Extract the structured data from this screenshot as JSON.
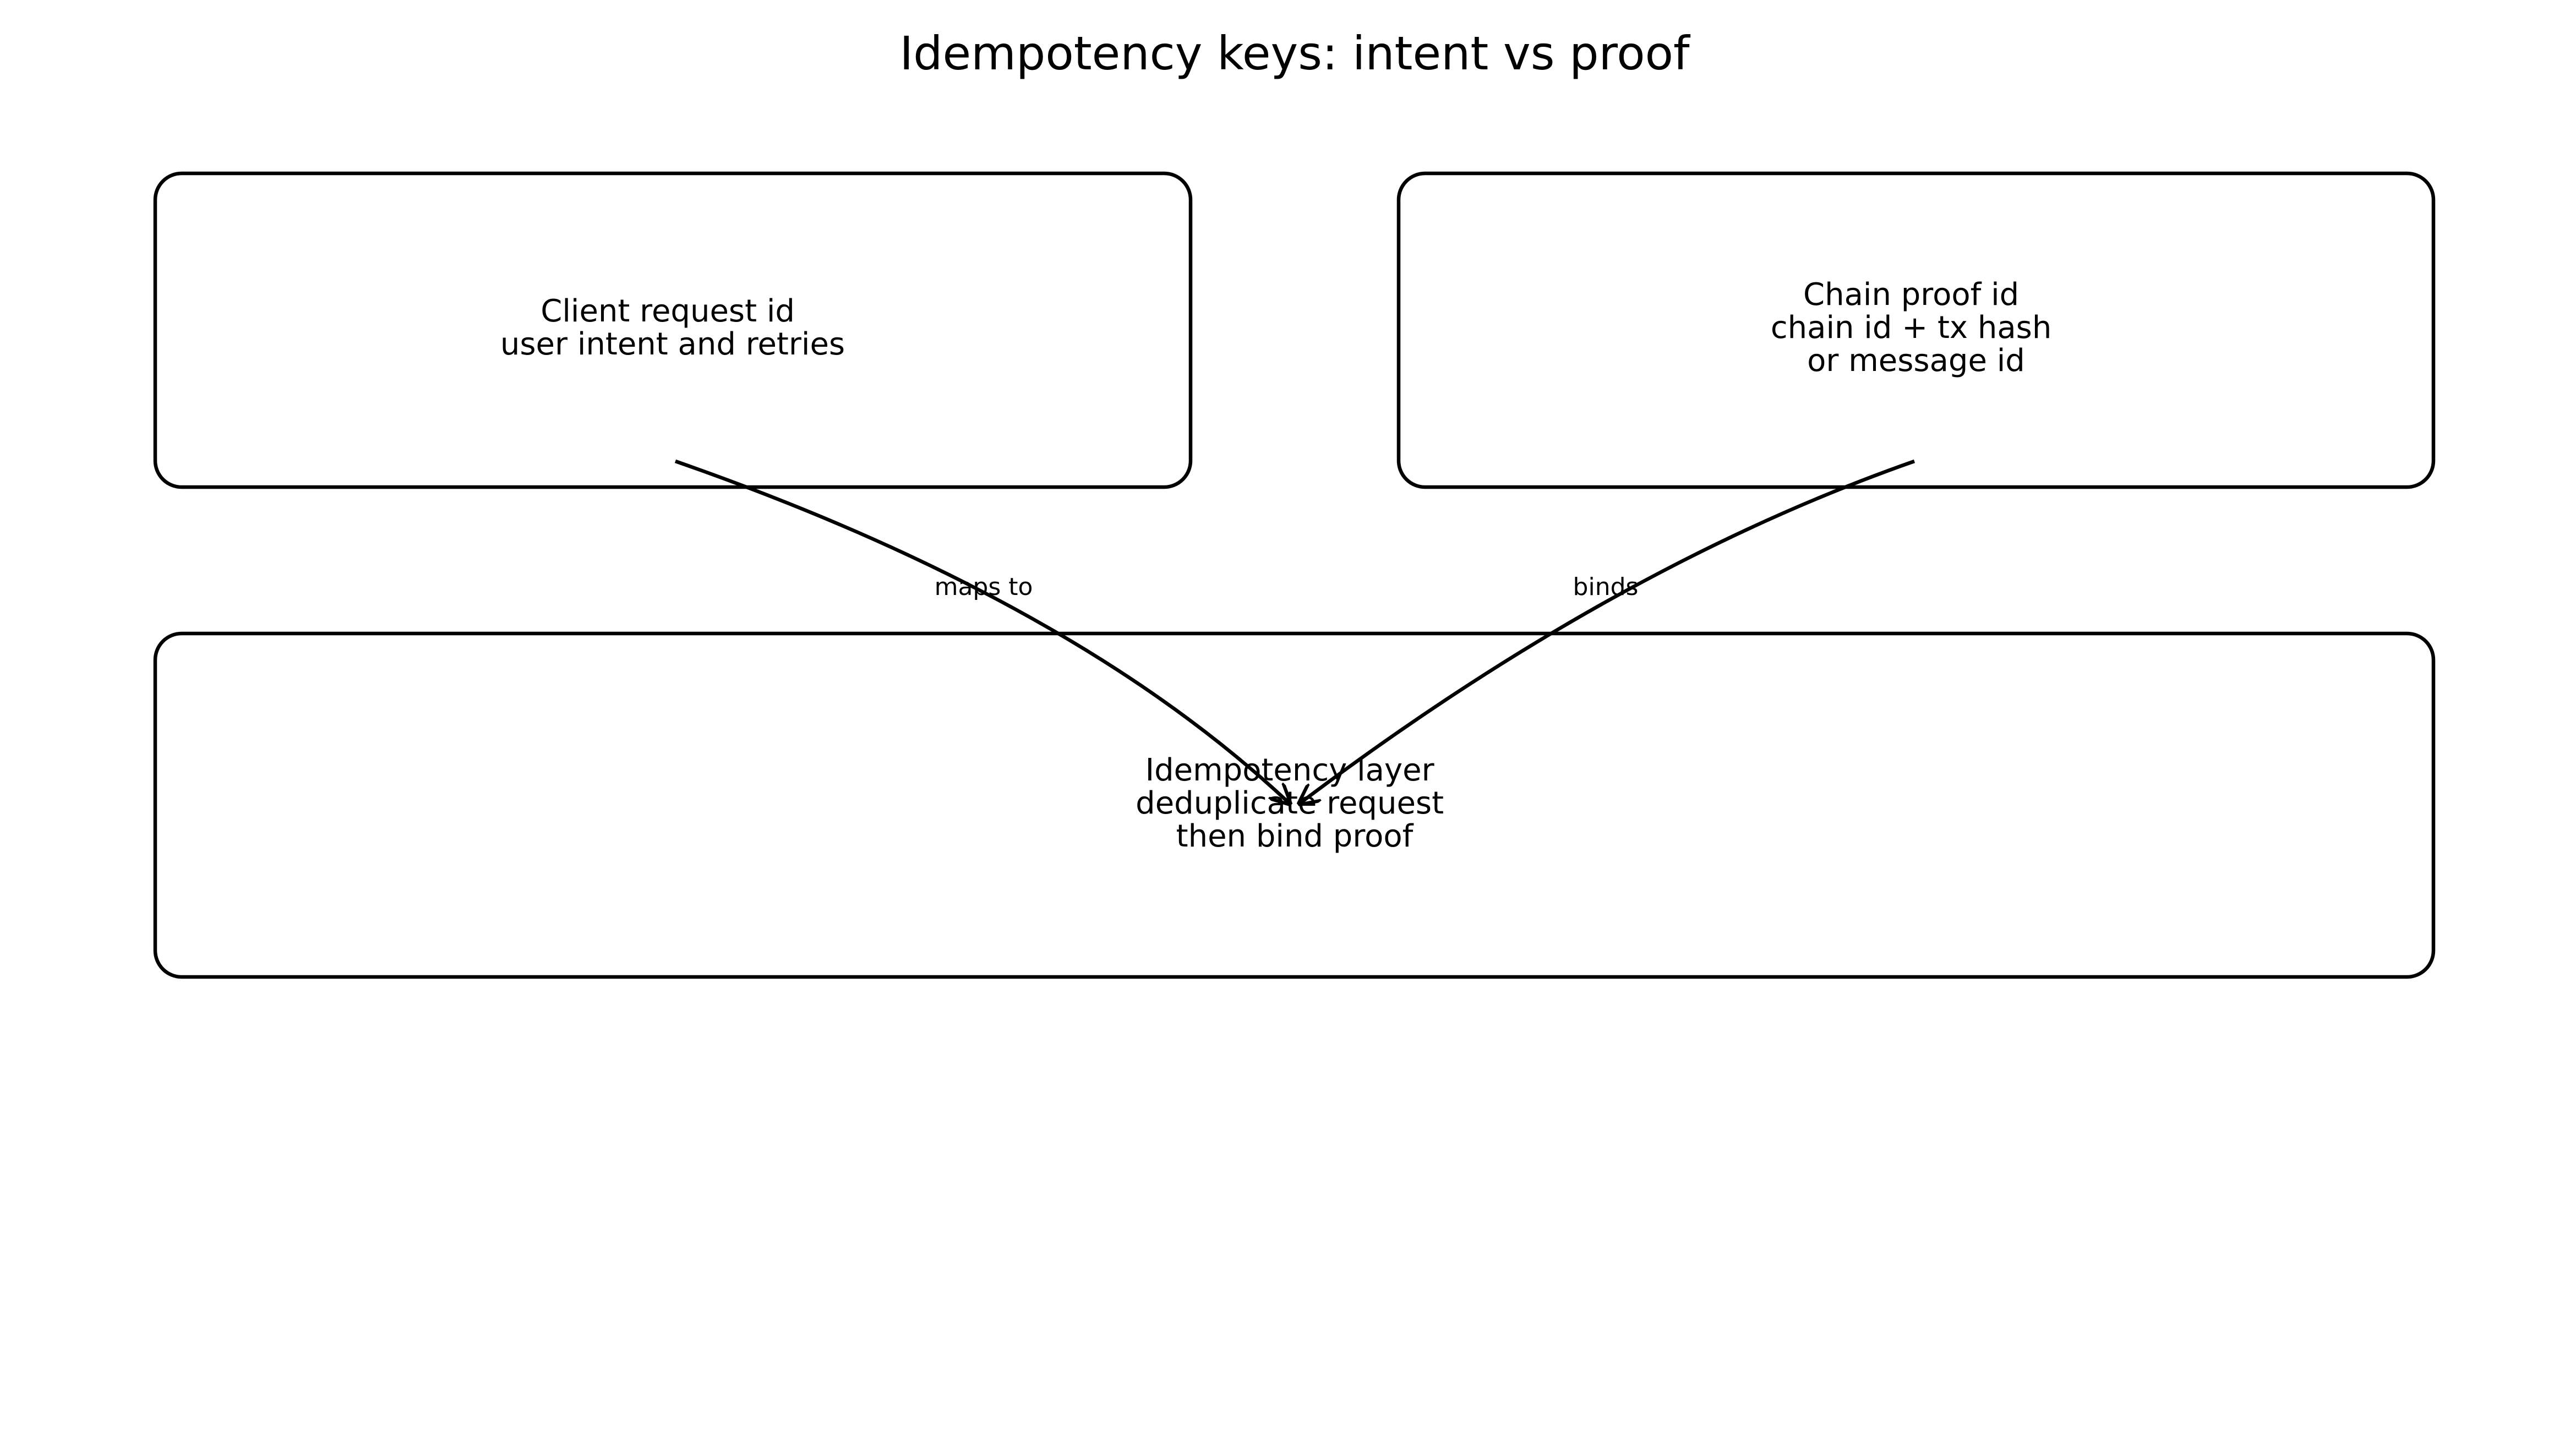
{
  "diagram": {
    "title": "Idempotency keys: intent vs proof",
    "nodes": {
      "client": {
        "lines": [
          "Client request id",
          "user intent and retries"
        ]
      },
      "chain": {
        "lines": [
          "Chain proof id",
          "chain id + tx hash",
          "or message id"
        ]
      },
      "layer": {
        "lines": [
          "Idempotency layer",
          "deduplicate request",
          "then bind proof"
        ]
      }
    },
    "edges": {
      "client_to_layer": {
        "label": "maps to"
      },
      "chain_to_layer": {
        "label": "binds"
      }
    },
    "colors": {
      "stroke": "#000000",
      "background": "#ffffff",
      "text": "#000000"
    }
  }
}
